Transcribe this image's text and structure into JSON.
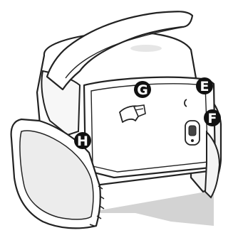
{
  "diagram": {
    "subject": "pool-cleaning-robot",
    "callouts": [
      {
        "id": "G",
        "label": "G"
      },
      {
        "id": "E",
        "label": "E"
      },
      {
        "id": "F",
        "label": "F"
      },
      {
        "id": "H",
        "label": "H"
      }
    ],
    "colors": {
      "outline": "#222222",
      "body_fill": "#ffffff",
      "body_shade": "#eeeeee",
      "shadow": "#d3d3d3",
      "callout_fill": "#111111",
      "callout_text": "#ffffff"
    }
  }
}
